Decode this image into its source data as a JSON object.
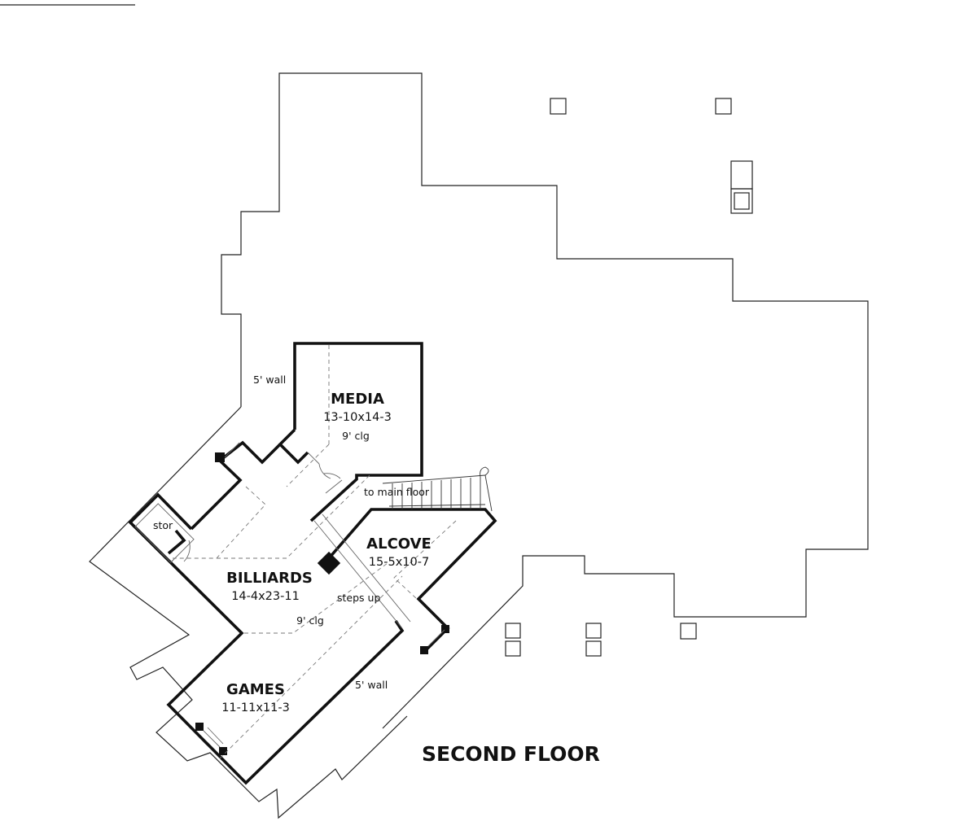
{
  "plan": {
    "title": "SECOND FLOOR",
    "rooms": [
      {
        "id": "media",
        "name": "MEDIA",
        "dims": "13-10x14-3",
        "ceiling": "9' clg"
      },
      {
        "id": "alcove",
        "name": "ALCOVE",
        "dims": "15-5x10-7"
      },
      {
        "id": "billiards",
        "name": "BILLIARDS",
        "dims": "14-4x23-11",
        "ceiling": "9' clg"
      },
      {
        "id": "games",
        "name": "GAMES",
        "dims": "11-11x11-3"
      }
    ],
    "notes": {
      "wall_upper": "5' wall",
      "wall_lower": "5' wall",
      "stair": "to main floor",
      "steps": "steps up",
      "storage": "stor"
    }
  }
}
